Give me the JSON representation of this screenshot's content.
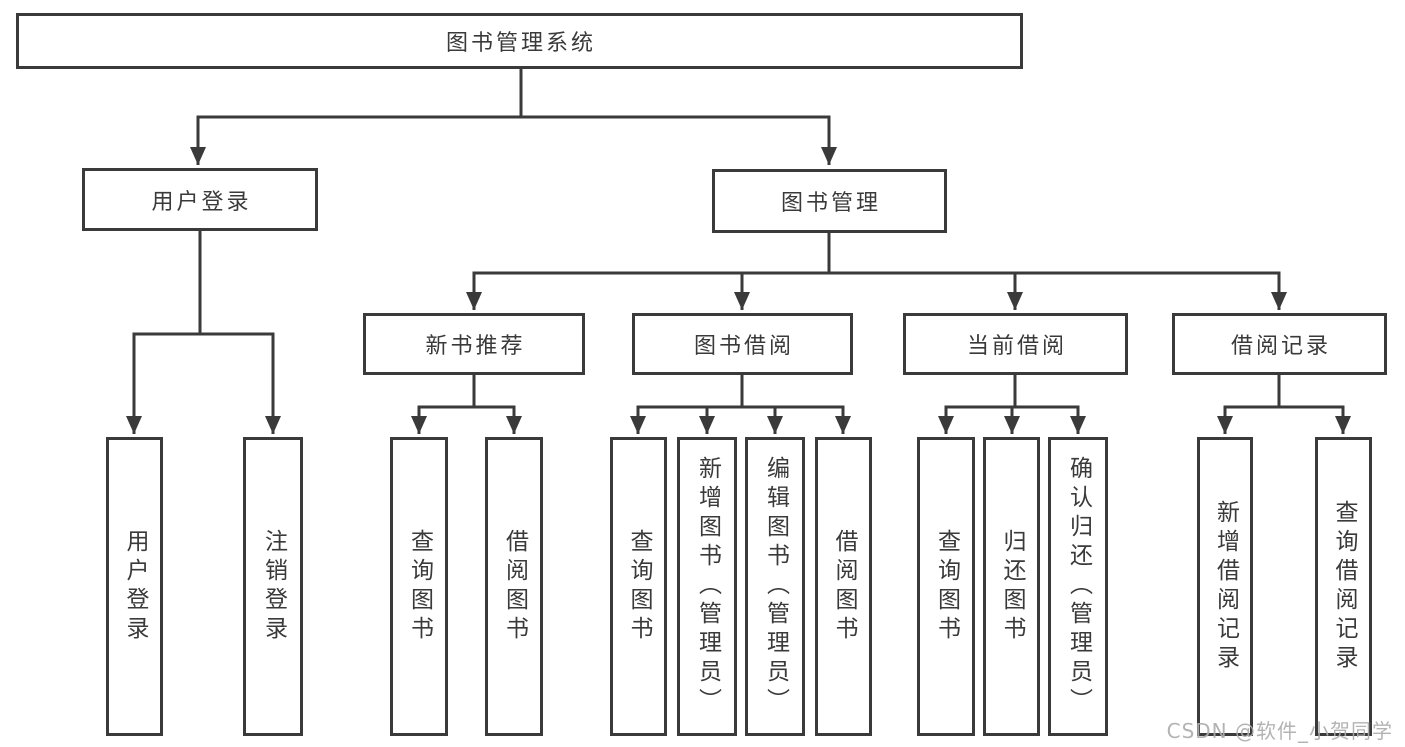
{
  "tree": {
    "label": "图书管理系统",
    "children": [
      {
        "label": "用户登录",
        "children": [
          {
            "label": "用户登录"
          },
          {
            "label": "注销登录"
          }
        ]
      },
      {
        "label": "图书管理",
        "children": [
          {
            "label": "新书推荐",
            "children": [
              {
                "label": "查询图书"
              },
              {
                "label": "借阅图书"
              }
            ]
          },
          {
            "label": "图书借阅",
            "children": [
              {
                "label": "查询图书"
              },
              {
                "label": "新增图书（管理员）"
              },
              {
                "label": "编辑图书（管理员）"
              },
              {
                "label": "借阅图书"
              }
            ]
          },
          {
            "label": "当前借阅",
            "children": [
              {
                "label": "查询图书"
              },
              {
                "label": "归还图书"
              },
              {
                "label": "确认归还（管理员）"
              }
            ]
          },
          {
            "label": "借阅记录",
            "children": [
              {
                "label": "新增借阅记录"
              },
              {
                "label": "查询借阅记录"
              }
            ]
          }
        ]
      }
    ]
  },
  "watermark": {
    "text": "CSDN @软件_小贺同学"
  },
  "colors": {
    "line": "#3a3a3a",
    "text": "#3a3a3a",
    "box_background": "#ffffff",
    "watermark": "#acacac",
    "background": "#ffffff"
  }
}
